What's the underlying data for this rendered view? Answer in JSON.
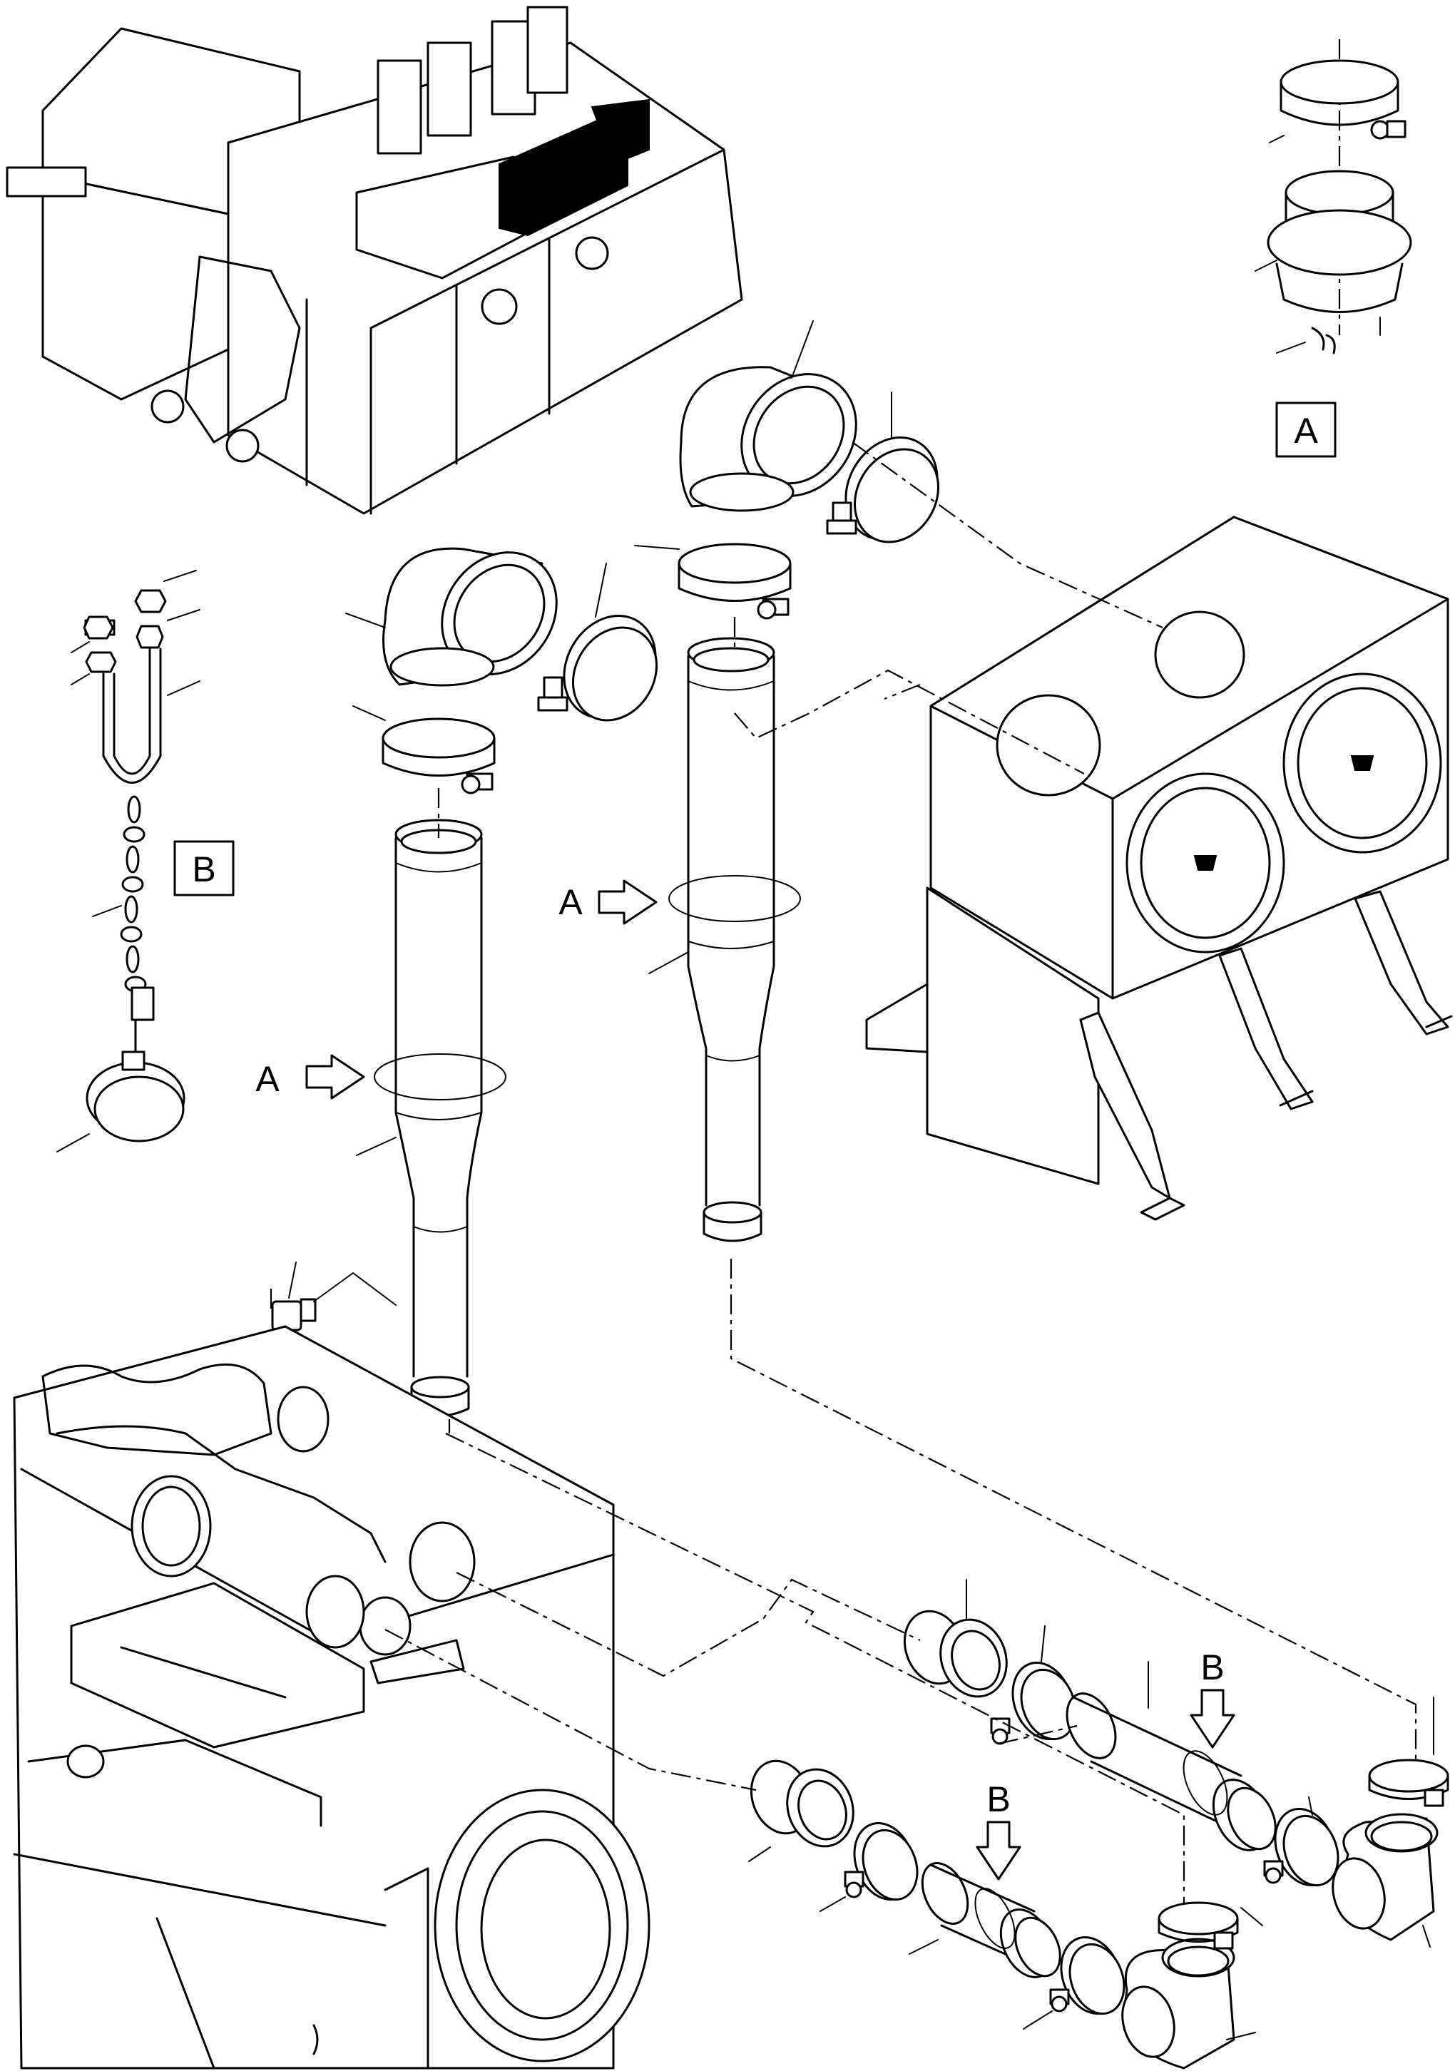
{
  "view_labels": {
    "detail_a_box": "A",
    "detail_b_box": "B"
  },
  "callouts": {
    "arrow_a_left": "A",
    "arrow_a_right": "A",
    "arrow_b_upper": "B",
    "arrow_b_lower": "B"
  }
}
